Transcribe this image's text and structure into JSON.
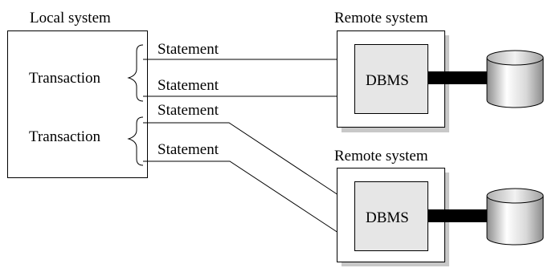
{
  "local_system": {
    "title": "Local system",
    "transactions": [
      {
        "label": "Transaction"
      },
      {
        "label": "Transaction"
      }
    ]
  },
  "statements": [
    {
      "label": "Statement"
    },
    {
      "label": "Statement"
    },
    {
      "label": "Statement"
    },
    {
      "label": "Statement"
    }
  ],
  "remote_systems": [
    {
      "title": "Remote system",
      "dbms_label": "DBMS"
    },
    {
      "title": "Remote system",
      "dbms_label": "DBMS"
    }
  ],
  "colors": {
    "line": "#000000",
    "background": "#ffffff",
    "dbms_fill": "#e6e6e6",
    "shadow": "#c8c8c8",
    "connector": "#000000",
    "database_light": "#ffffff",
    "database_dark": "#8c8c8c"
  },
  "icons": {
    "database": "database-cylinder-icon",
    "arrow": "arrowhead"
  }
}
